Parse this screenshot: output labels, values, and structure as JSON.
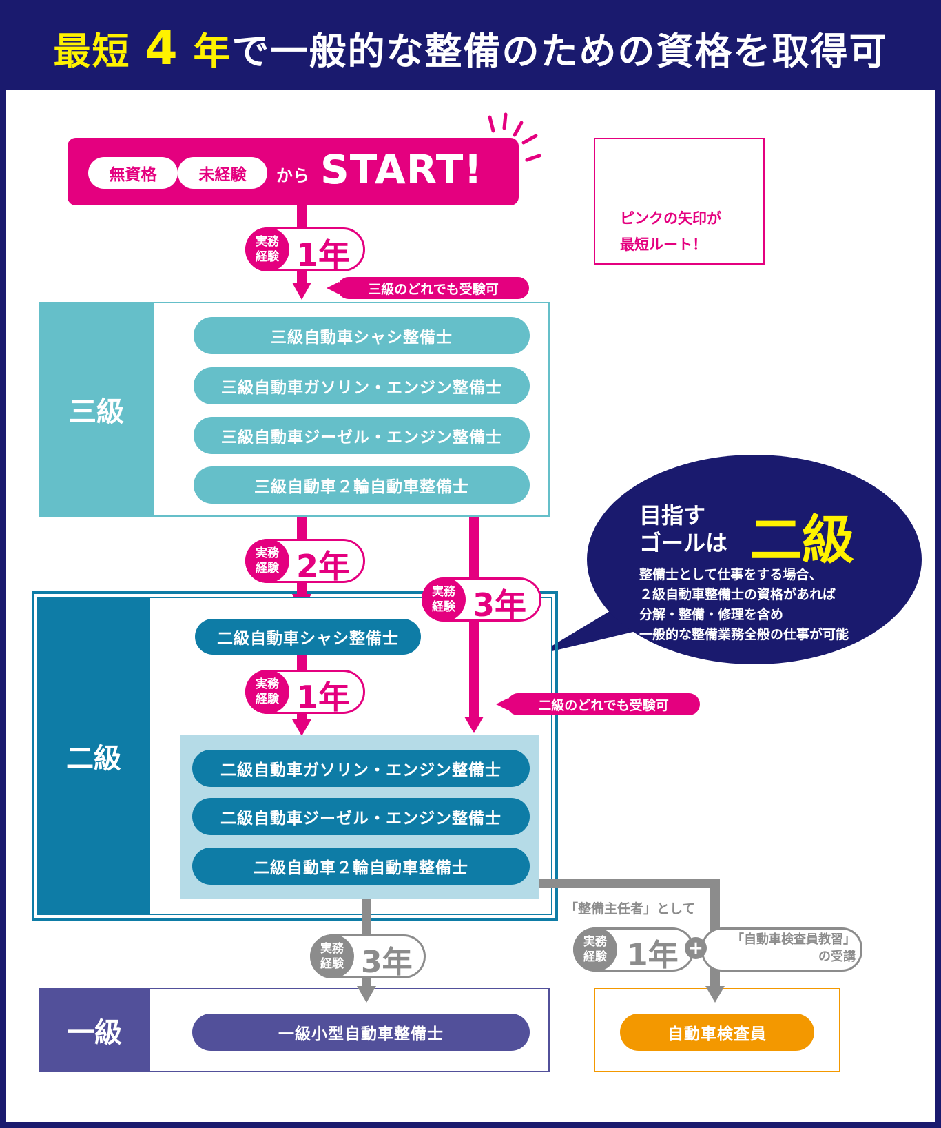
{
  "header": {
    "title_part1": "最短",
    "title_num": "4",
    "title_part2": "年",
    "title_part3": "で一般的な整備のための資格を取得可"
  },
  "start": {
    "tag1": "無資格",
    "tag2": "未経験",
    "kara": "から",
    "label": "START!"
  },
  "legend": {
    "line1": "ピンクの矢印が",
    "line2": "最短ルート！"
  },
  "experience_label": {
    "line1": "実務",
    "line2": "経験"
  },
  "steps": {
    "start_to_3": "1年",
    "three_to_2": "2年",
    "three_to_2_direct": "3年",
    "chassis_to_2": "1年",
    "two_to_1": "3年",
    "inspector": "1年"
  },
  "notes": {
    "any_level3": "三級のどれでも受験可",
    "any_level2": "二級のどれでも受験可",
    "as_chief": "「整備主任者」として",
    "training_line1": "「自動車検査員教習」",
    "training_line2": "の受講",
    "plus": "+"
  },
  "levels": {
    "level3": {
      "label": "三級",
      "items": [
        "三級自動車シャシ整備士",
        "三級自動車ガソリン・エンジン整備士",
        "三級自動車ジーゼル・エンジン整備士",
        "三級自動車２輪自動車整備士"
      ]
    },
    "level2": {
      "label": "二級",
      "chassis": "二級自動車シャシ整備士",
      "items": [
        "二級自動車ガソリン・エンジン整備士",
        "二級自動車ジーゼル・エンジン整備士",
        "二級自動車２輪自動車整備士"
      ]
    },
    "level1": {
      "label": "一級",
      "item": "一級小型自動車整備士"
    }
  },
  "inspector": {
    "label": "自動車検査員"
  },
  "bubble": {
    "line1": "目指す",
    "line2": "ゴールは",
    "goal": "二級",
    "desc": [
      "整備士として仕事をする場合、",
      "２級自動車整備士の資格があれば",
      "分解・整備・修理を含め",
      "一般的な整備業務全般の仕事が可能"
    ]
  },
  "colors": {
    "pink": "#e4007f",
    "navy": "#1a1a6e",
    "teal_light": "#65bfc9",
    "teal_dark": "#0e7ca6",
    "purple": "#52509a",
    "orange": "#f39800",
    "gray": "#8c8c8c",
    "yellow": "#fff200"
  }
}
